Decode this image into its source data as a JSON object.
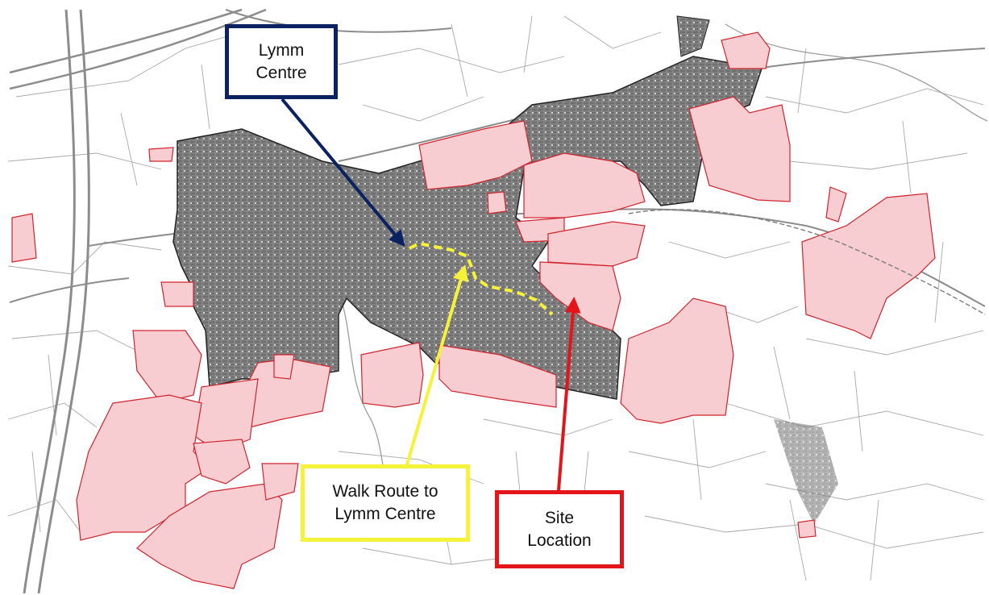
{
  "labels": {
    "lymm_centre": {
      "line1": "Lymm",
      "line2": "Centre"
    },
    "walk_route": {
      "line1": "Walk Route to",
      "line2": "Lymm Centre"
    },
    "site_location": {
      "line1": "Site",
      "line2": "Location"
    }
  },
  "colors": {
    "lymm_centre_marker": "#0b2260",
    "walk_route": "#f6f23a",
    "site_marker": "#e4141b",
    "urban_fill": "#6f6f6f",
    "parcel_fill": "#f7cdd1",
    "parcel_outline": "#d0242e",
    "road": "#8c8c8c"
  }
}
